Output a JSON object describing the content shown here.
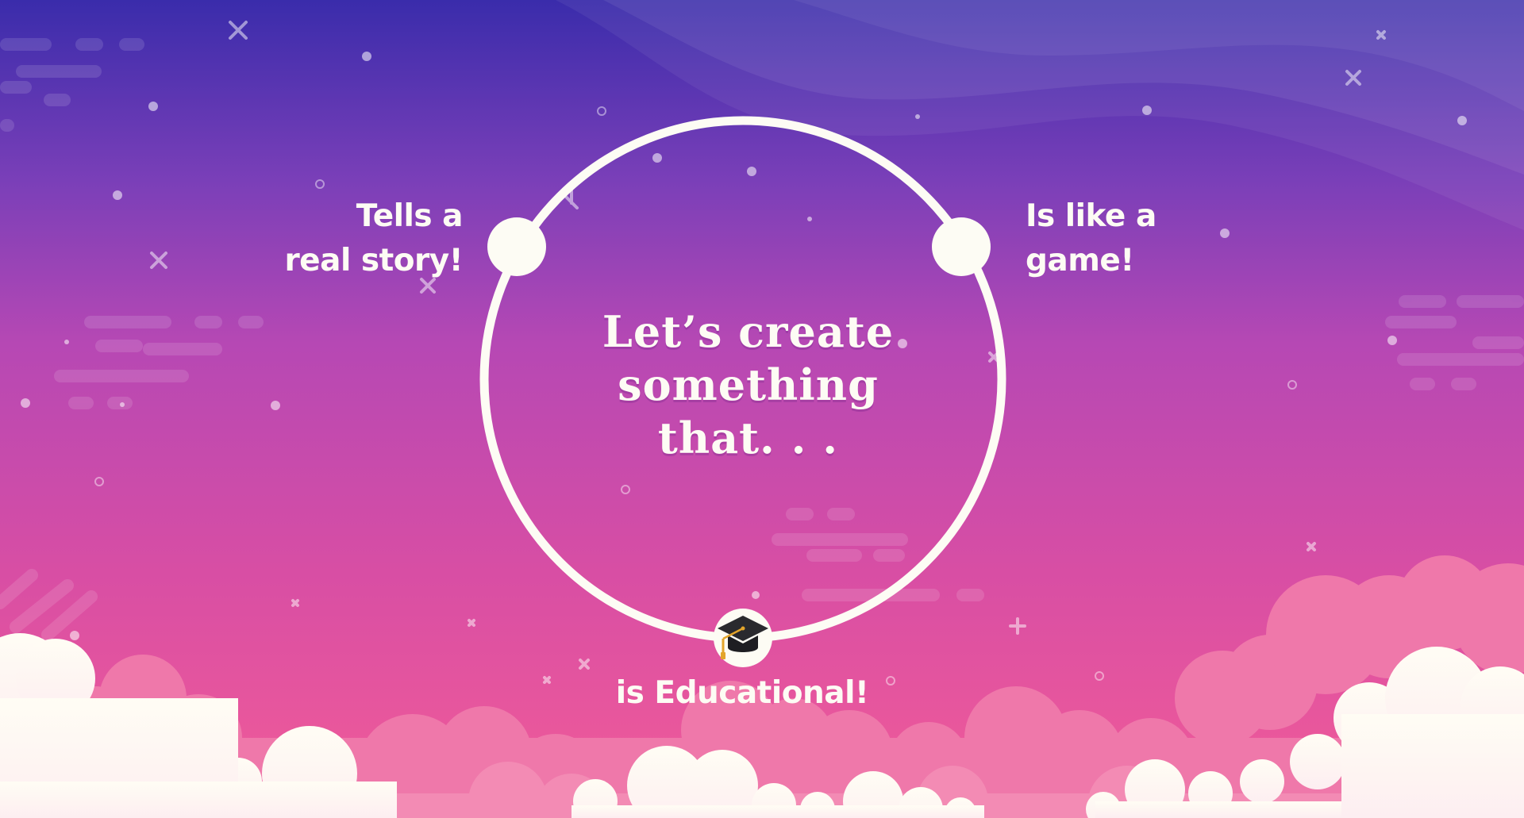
{
  "headline": {
    "line1": "Let’s create",
    "line2": "something",
    "line3": "that. . ."
  },
  "options": {
    "left": {
      "line1": "Tells a",
      "line2": "real story!"
    },
    "right": {
      "line1": "Is like a",
      "line2": "game!"
    },
    "bottom": {
      "text": "is Educational!",
      "icon": "graduation-cap-icon"
    }
  },
  "colors": {
    "sky_top": "#3a2cab",
    "sky_mid": "#b648b4",
    "sky_bottom": "#ee5d9c",
    "ring": "#fdfcf4",
    "cloud_front": "#fdfaf0",
    "cloud_back": "#f07cad"
  }
}
